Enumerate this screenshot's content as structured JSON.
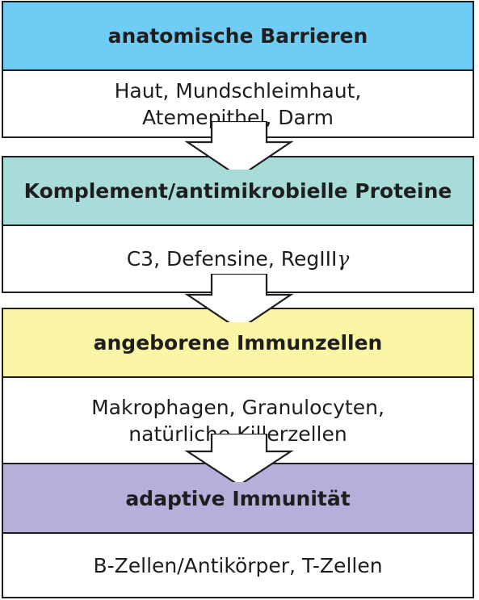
{
  "stages": [
    {
      "title": "anatomische Barrieren",
      "color": "#6fcdf5",
      "lines": [
        "Haut, Mundschleimhaut,",
        "Atemepithel, Darm"
      ]
    },
    {
      "title": "Komplement/antimikrobielle Proteine",
      "color": "#a8dcd9",
      "lines": [
        "C3, Defensine, RegIII"
      ],
      "symbol": "γ"
    },
    {
      "title": "angeborene Immunzellen",
      "color": "#fbf5a6",
      "lines": [
        "Makrophagen, Granulocyten,",
        "natürliche Killerzellen"
      ]
    },
    {
      "title": "adaptive Immunität",
      "color": "#b4b0d9",
      "lines": [
        "B-Zellen/Antikörper, T-Zellen"
      ]
    }
  ],
  "connector_icon": "down-arrow-icon"
}
